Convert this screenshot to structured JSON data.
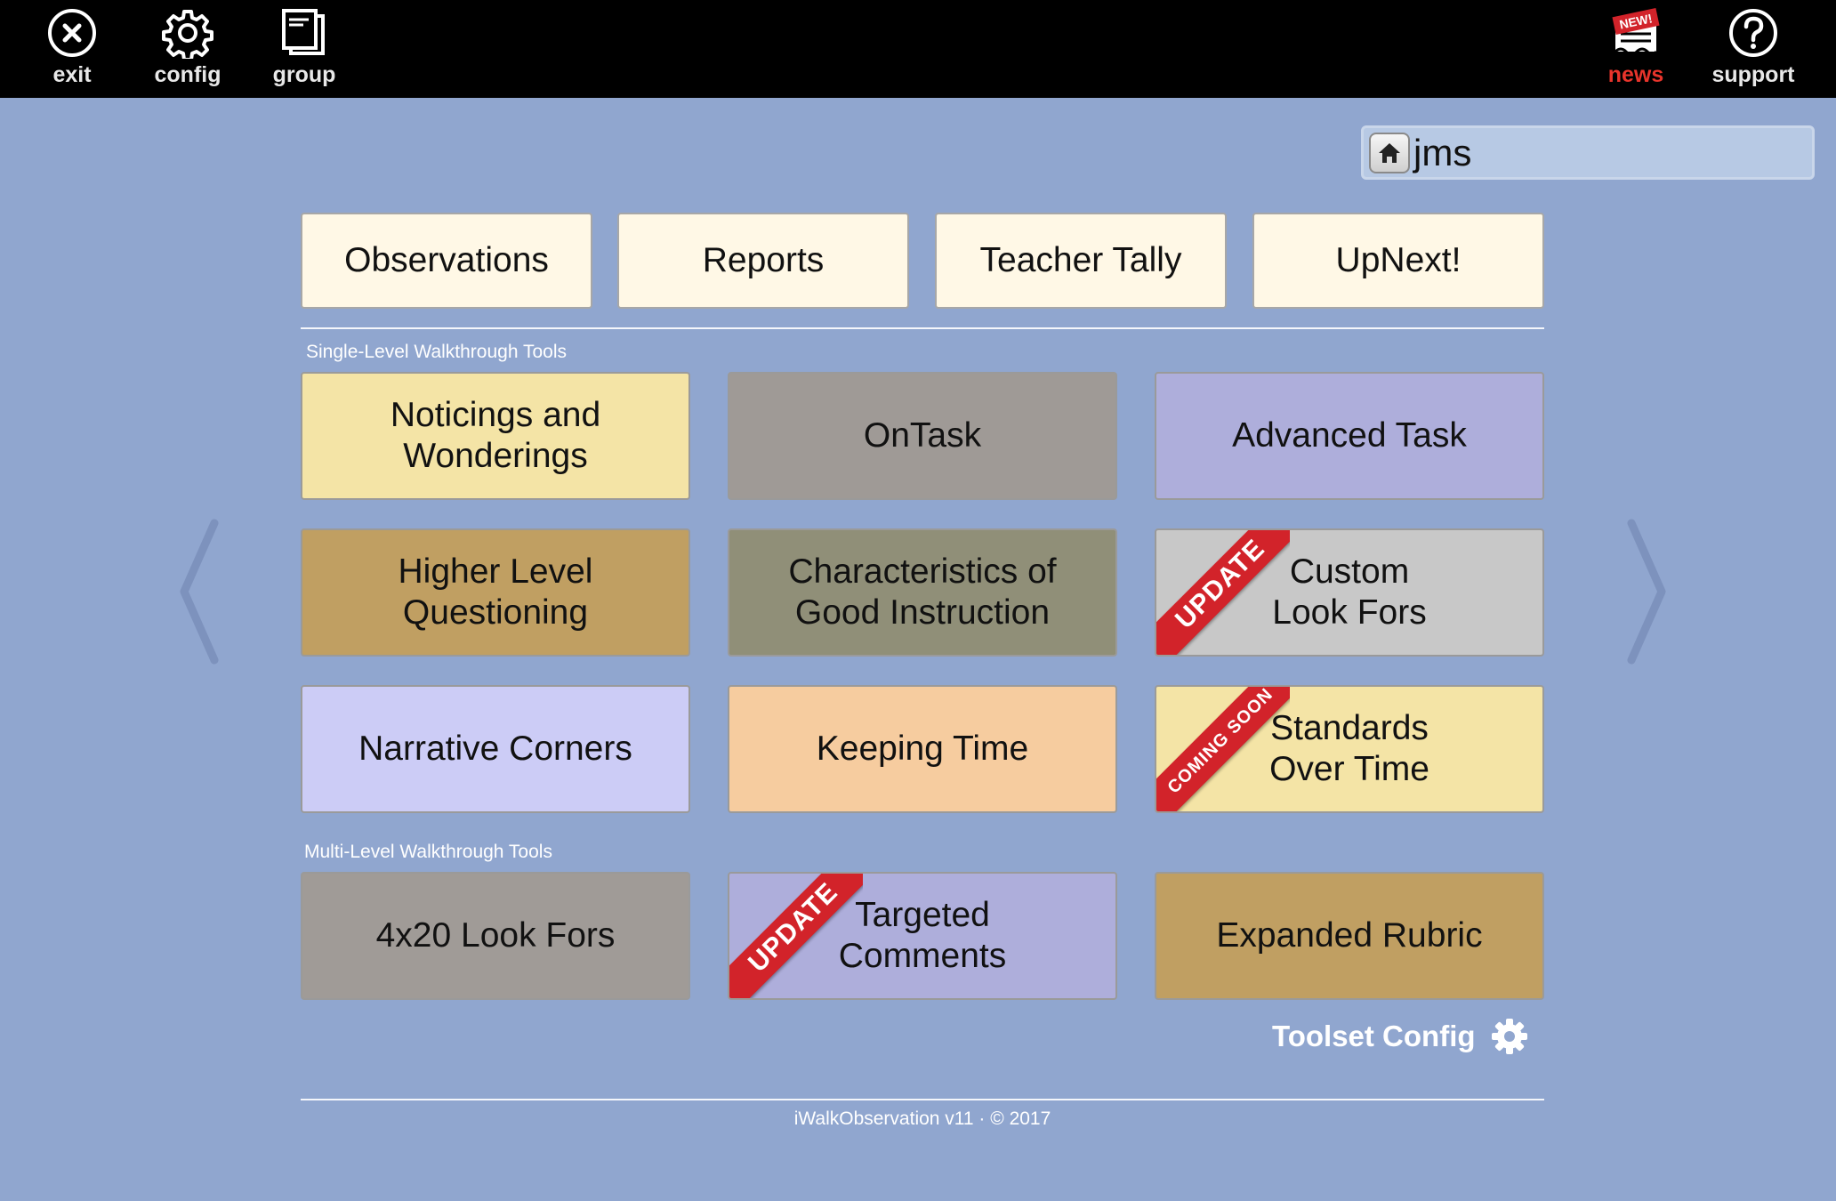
{
  "topbar": {
    "exit_label": "exit",
    "config_label": "config",
    "group_label": "group",
    "news_label": "news",
    "news_badge": "NEW!",
    "support_label": "support"
  },
  "school": {
    "name": "jms"
  },
  "nav": [
    "Observations",
    "Reports",
    "Teacher Tally",
    "UpNext!"
  ],
  "sections": {
    "single_label": "Single-Level Walkthrough Tools",
    "multi_label": "Multi-Level Walkthrough Tools"
  },
  "tiles": [
    {
      "label": "Noticings and\nWonderings",
      "color": "#f4e4a6"
    },
    {
      "label": "OnTask",
      "color": "#9f9a96"
    },
    {
      "label": "Advanced Task",
      "color": "#aeaedb"
    },
    {
      "label": "Higher Level\nQuestioning",
      "color": "#c09f62"
    },
    {
      "label": "Characteristics of\nGood Instruction",
      "color": "#908f78"
    },
    {
      "label": "Custom\nLook Fors",
      "color": "#c8c8c8",
      "ribbon": "UPDATE"
    },
    {
      "label": "Narrative Corners",
      "color": "#ccccf6"
    },
    {
      "label": "Keeping Time",
      "color": "#f6cc9f"
    },
    {
      "label": "Standards\nOver Time",
      "color": "#f4e4a6",
      "ribbon": "COMING SOON"
    },
    {
      "label": "4x20 Look Fors",
      "color": "#a09b97"
    },
    {
      "label": "Targeted\nComments",
      "color": "#aeaedb",
      "ribbon": "UPDATE"
    },
    {
      "label": "Expanded Rubric",
      "color": "#c09f62"
    }
  ],
  "toolset_config_label": "Toolset Config",
  "footer": "iWalkObservation v11 · © 2017",
  "colors": {
    "background": "#90a6cf",
    "topbar": "#000000",
    "ribbon": "#d2232a",
    "news": "#e8342b"
  }
}
